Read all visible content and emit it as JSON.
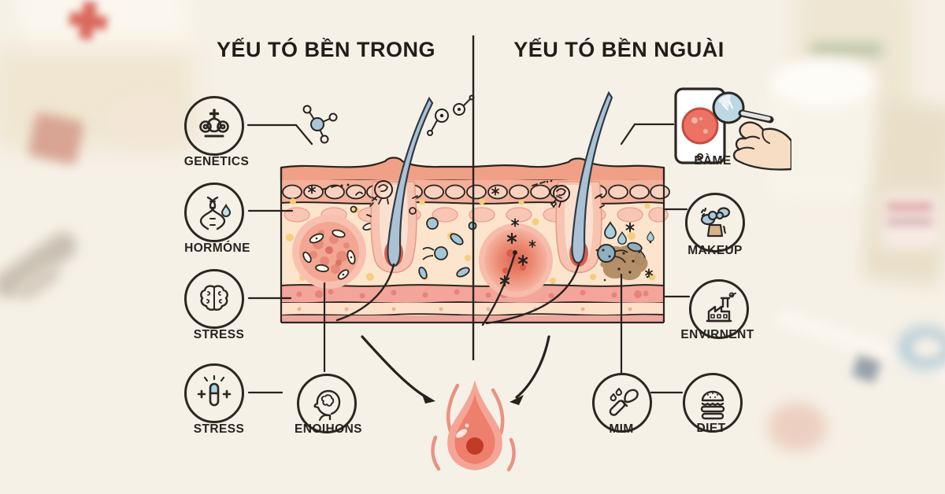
{
  "titles": {
    "left": "YẾU TÓ BỀN TRONG",
    "right": "YẾU TÓ BỀN NGUÀI"
  },
  "internal_factors": {
    "items": [
      {
        "label": "GENETICS",
        "icon": "family-genetics-icon"
      },
      {
        "label": "HORMÓNE",
        "icon": "dna-droplet-icon"
      },
      {
        "label": "STRESS",
        "icon": "brain-icon"
      },
      {
        "label": "STRESS",
        "icon": "pill-capsule-icon"
      },
      {
        "label": "ENOIHONS",
        "icon": "head-brain-icon"
      }
    ]
  },
  "external_factors": {
    "items": [
      {
        "label": "BÀME",
        "icon": "phone-magnifier-icon"
      },
      {
        "label": "MAKEUP",
        "icon": "pollution-clouds-icon"
      },
      {
        "label": "ENVIRNENT",
        "icon": "factory-icon"
      },
      {
        "label": "MIM",
        "icon": "makeup-brush-icon"
      },
      {
        "label": "DIET",
        "icon": "burger-icon"
      }
    ]
  },
  "illustration": {
    "subject": "skin cross-section with hair follicles, bacteria and inflamed pimple",
    "center_result": "inflamed-acne-pimple"
  },
  "colors": {
    "background": "#f6f1e7",
    "line": "#2b2722",
    "epidermis": "#efa086",
    "dermis": "#fde4cd",
    "inflamed_red": "#df6550",
    "hair_blue": "#abc2d4",
    "bacteria_blue": "#a3c6d8",
    "dirt_brown": "#b18a62",
    "pimple_core": "#c23a28",
    "accent_yellow": "#f6cd7b"
  }
}
